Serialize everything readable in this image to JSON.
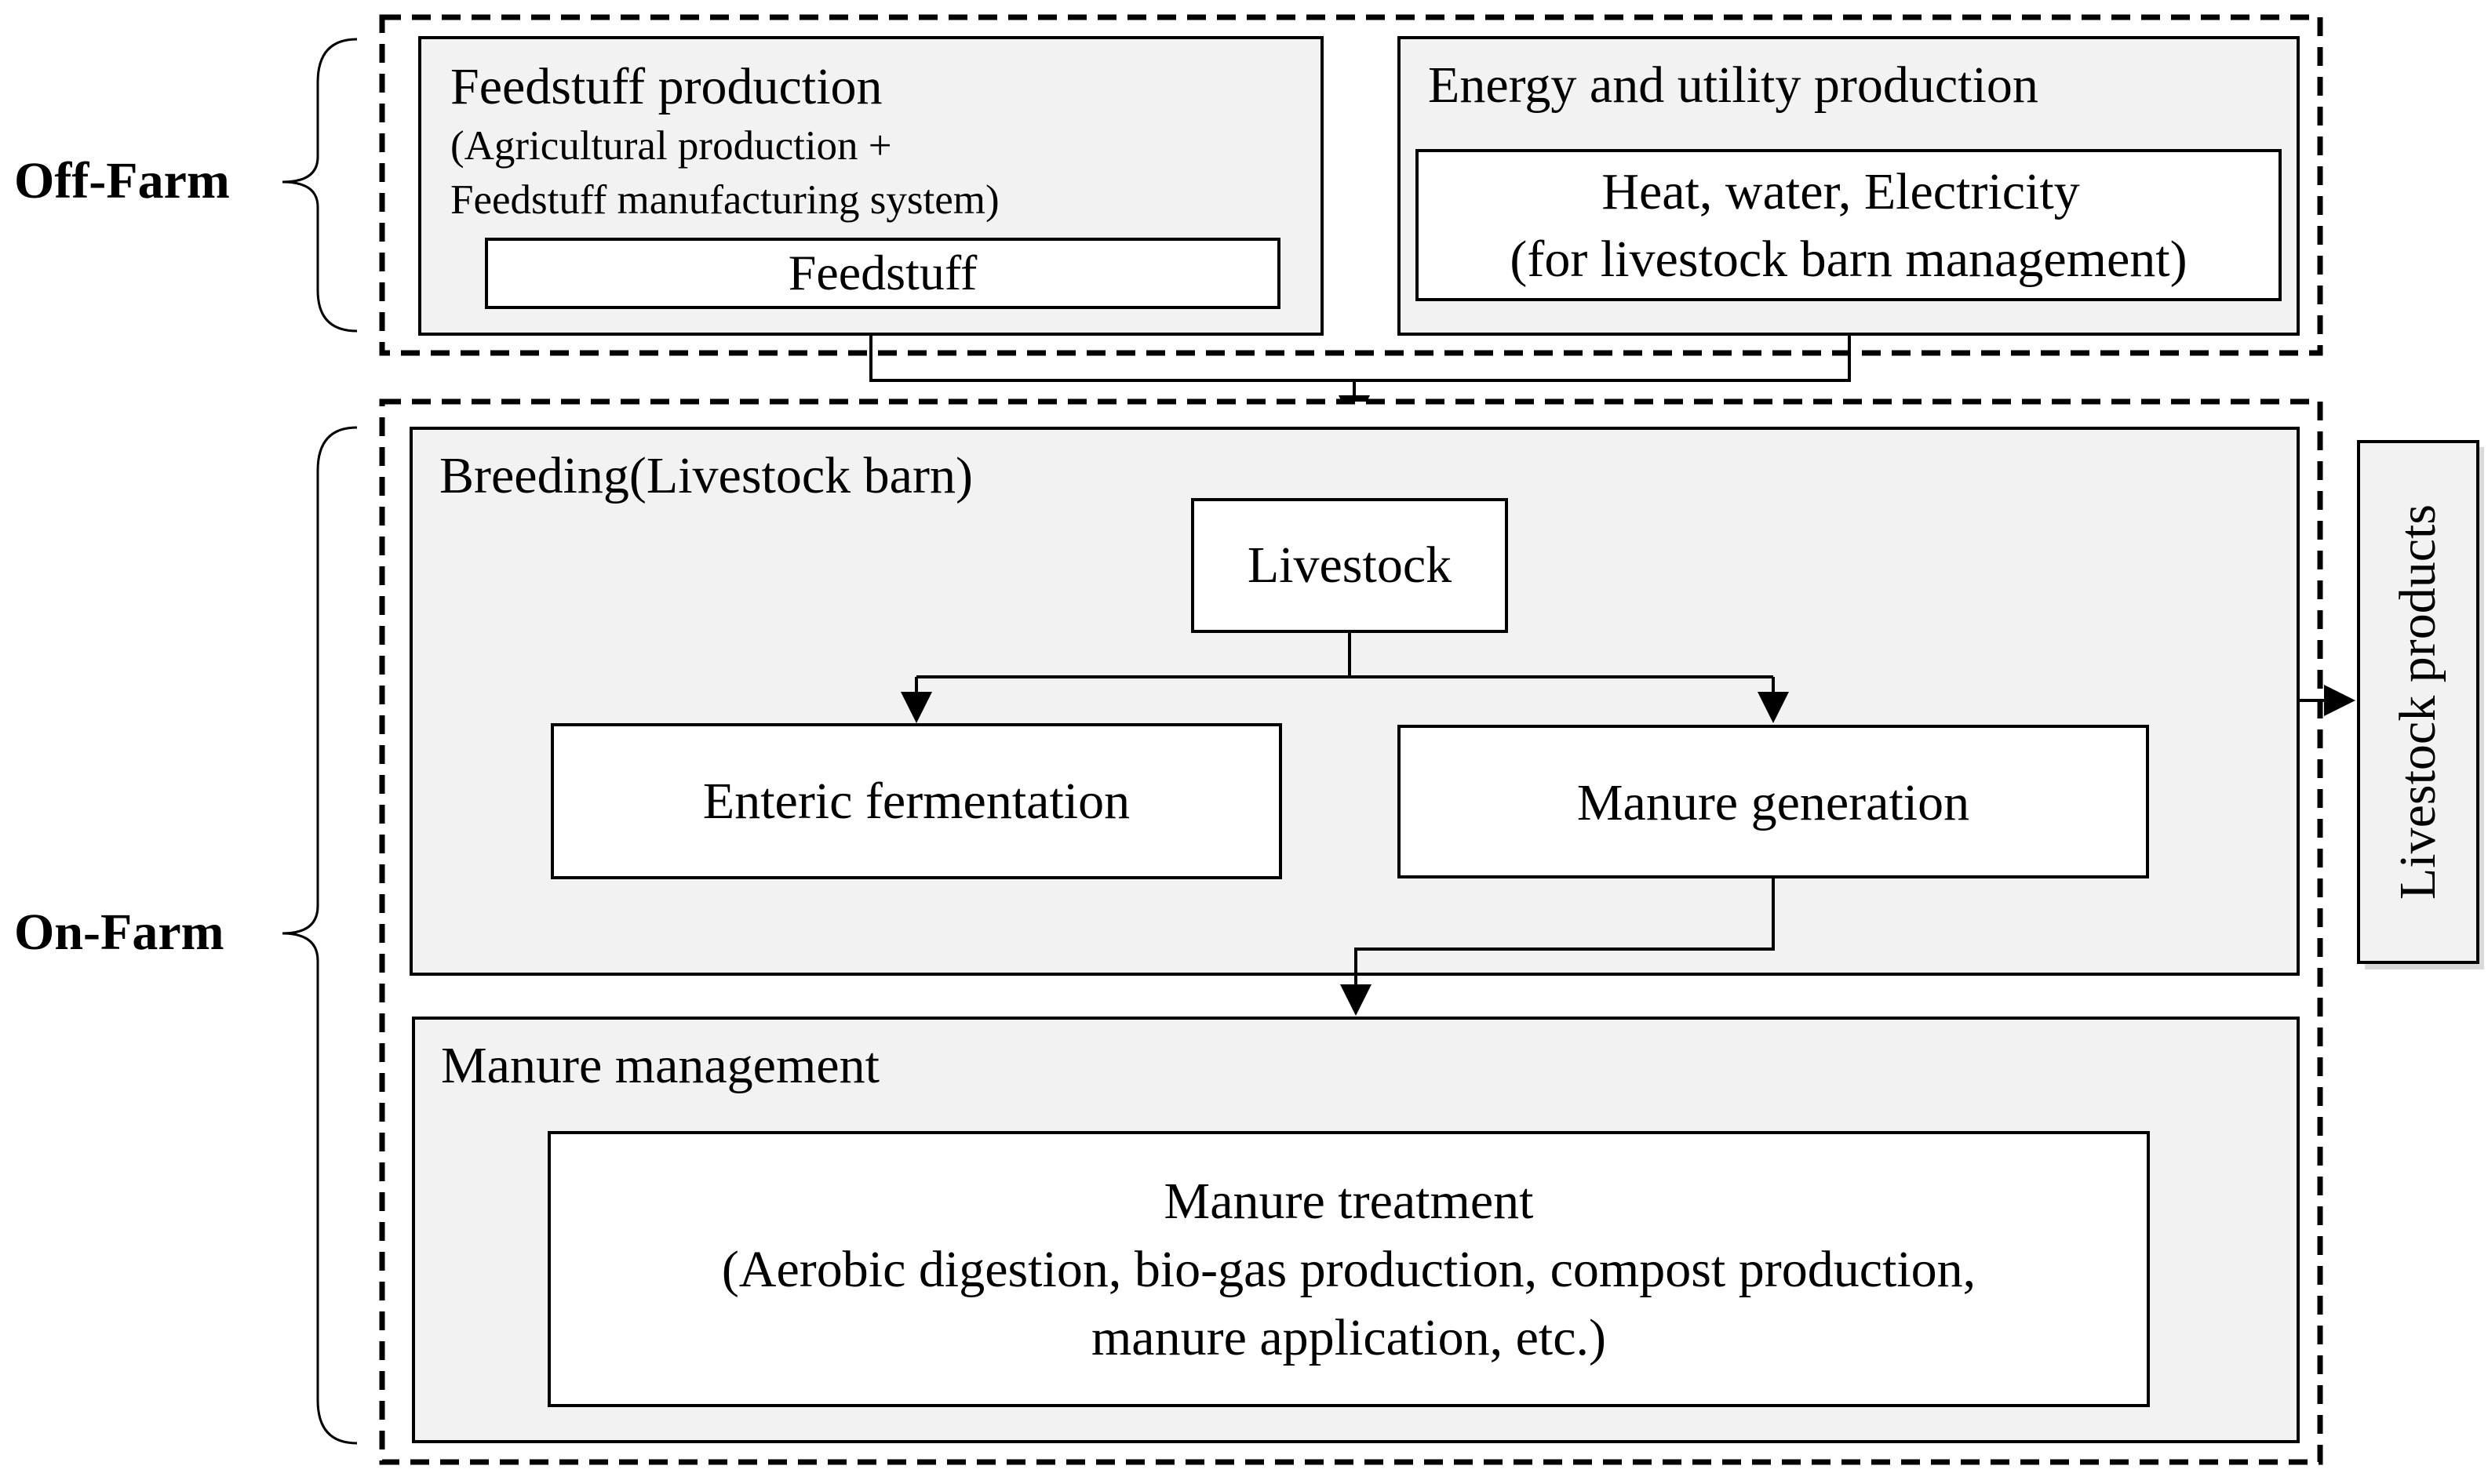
{
  "sections": {
    "off_farm": "Off-Farm",
    "on_farm": "On-Farm"
  },
  "off_farm": {
    "feedstuff_production": {
      "title": "Feedstuff production",
      "subtitle_line1": "(Agricultural production +",
      "subtitle_line2": "Feedstuff manufacturing system)",
      "item": "Feedstuff"
    },
    "energy_production": {
      "title": "Energy and utility production",
      "item_line1": "Heat, water, Electricity",
      "item_line2": "(for livestock barn management)"
    }
  },
  "on_farm": {
    "breeding": {
      "title": "Breeding(Livestock barn)",
      "livestock": "Livestock",
      "enteric": "Enteric fermentation",
      "manure_generation": "Manure generation"
    },
    "manure_management": {
      "title": "Manure management",
      "treatment_line1": "Manure treatment",
      "treatment_line2": "(Aerobic digestion, bio-gas production, compost production,",
      "treatment_line3": "manure application, etc.)"
    }
  },
  "output": {
    "livestock_products": "Livestock products"
  },
  "colors": {
    "panel_fill": "#f2f2f2",
    "box_fill": "#ffffff",
    "stroke": "#000000"
  }
}
